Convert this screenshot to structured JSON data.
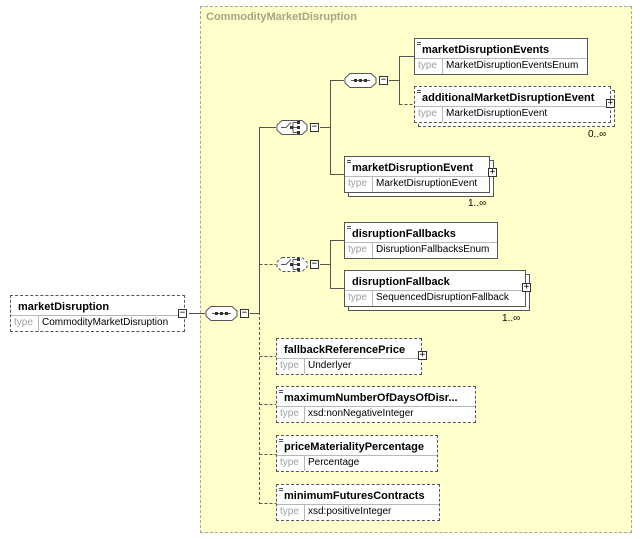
{
  "complex_type": {
    "name": "CommodityMarketDisruption"
  },
  "root": {
    "name": "marketDisruption",
    "type_label": "type",
    "type": "CommodityMarketDisruption"
  },
  "elements": {
    "market_disruption_events": {
      "name": "marketDisruptionEvents",
      "type_label": "type",
      "type": "MarketDisruptionEventsEnum"
    },
    "additional_market_disruption_event": {
      "name": "additionalMarketDisruptionEvent",
      "type_label": "type",
      "type": "MarketDisruptionEvent",
      "cardinality": "0..∞"
    },
    "market_disruption_event": {
      "name": "marketDisruptionEvent",
      "type_label": "type",
      "type": "MarketDisruptionEvent",
      "cardinality": "1..∞"
    },
    "disruption_fallbacks": {
      "name": "disruptionFallbacks",
      "type_label": "type",
      "type": "DisruptionFallbacksEnum"
    },
    "disruption_fallback": {
      "name": "disruptionFallback",
      "type_label": "type",
      "type": "SequencedDisruptionFallback",
      "cardinality": "1..∞"
    },
    "fallback_reference_price": {
      "name": "fallbackReferencePrice",
      "type_label": "type",
      "type": "Underlyer"
    },
    "maximum_number_of_days": {
      "name": "maximumNumberOfDaysOfDisr...",
      "type_label": "type",
      "type": "xsd:nonNegativeInteger"
    },
    "price_materiality_percentage": {
      "name": "priceMaterialityPercentage",
      "type_label": "type",
      "type": "Percentage"
    },
    "minimum_futures_contracts": {
      "name": "minimumFuturesContracts",
      "type_label": "type",
      "type": "xsd:positiveInteger"
    }
  },
  "symbols": {
    "expand": "+",
    "collapse": "−"
  }
}
